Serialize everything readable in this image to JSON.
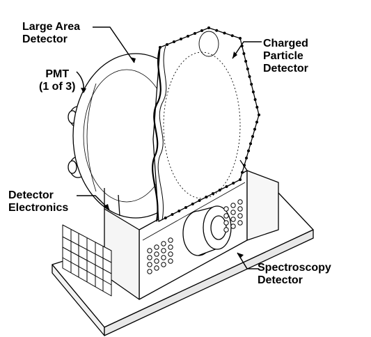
{
  "labels": {
    "large_area": [
      "Large Area",
      "Detector"
    ],
    "pmt": [
      "PMT",
      "(1 of 3)"
    ],
    "charged": [
      "Charged",
      "Particle",
      "Detector"
    ],
    "electronics": [
      "Detector",
      "Electronics"
    ],
    "spectroscopy": [
      "Spectroscopy",
      "Detector"
    ]
  }
}
